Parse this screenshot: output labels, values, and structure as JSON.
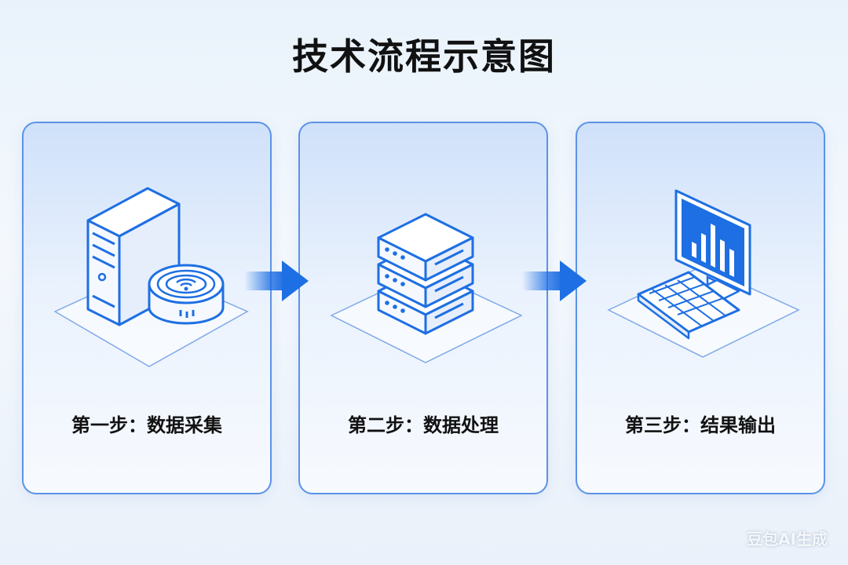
{
  "title": "技术流程示意图",
  "steps": [
    {
      "label": "第一步：数据采集",
      "icon": "server-and-router-icon"
    },
    {
      "label": "第二步：数据处理",
      "icon": "server-rack-icon"
    },
    {
      "label": "第三步：结果输出",
      "icon": "computer-monitor-icon"
    }
  ],
  "watermark": "豆包AI生成",
  "colors": {
    "accent": "#1e6fe3",
    "card_border": "#5b93e6",
    "icon_fill": "#f5f9ff"
  }
}
